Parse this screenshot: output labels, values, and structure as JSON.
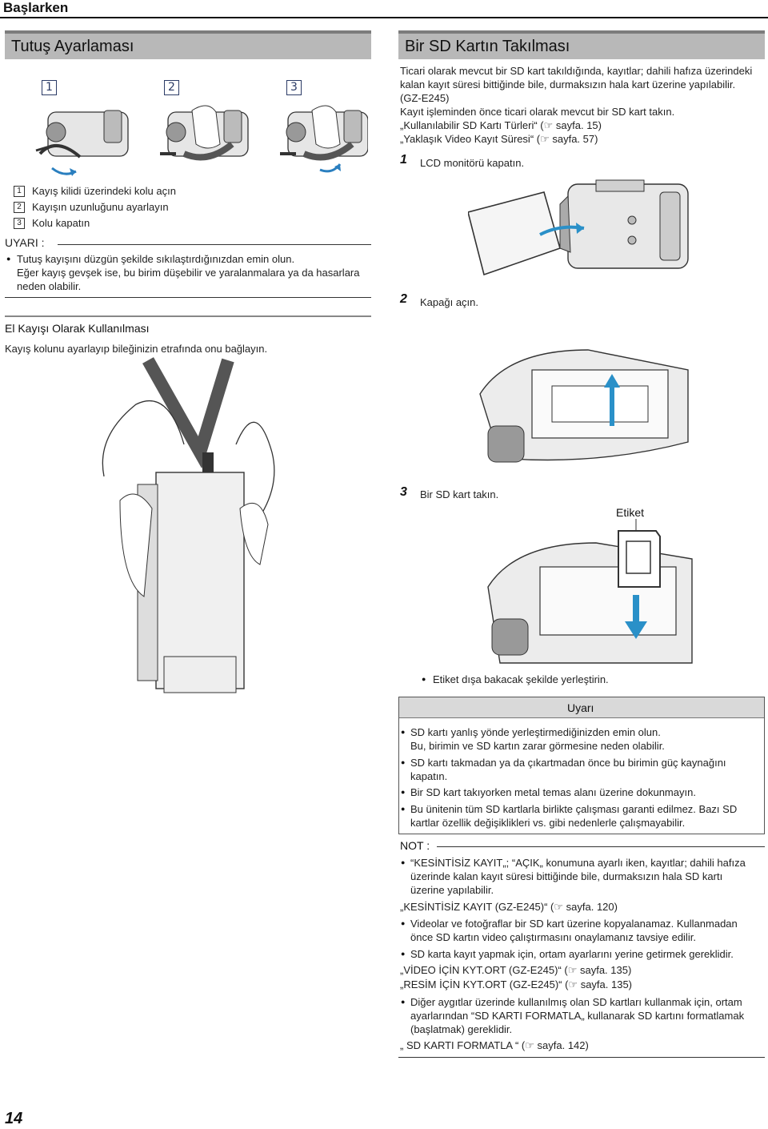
{
  "header": {
    "title": "Başlarken"
  },
  "left": {
    "section_title": "Tutuş Ayarlaması",
    "figure_labels": [
      "1",
      "2",
      "3"
    ],
    "steps": [
      {
        "n": "1",
        "text": "Kayış kilidi üzerindeki kolu açın"
      },
      {
        "n": "2",
        "text": "Kayışın uzunluğunu ayarlayın"
      },
      {
        "n": "3",
        "text": "Kolu kapatın"
      }
    ],
    "caution_label": "UYARI :",
    "caution_lines": [
      "Tutuş kayışını düzgün şekilde sıkılaştırdığınızdan emin olun.",
      "Eğer kayış gevşek ise, bu birim düşebilir ve yaralanmalara ya da hasarlara",
      "neden olabilir."
    ],
    "handstrap_title": "El Kayışı Olarak Kullanılması",
    "handstrap_text": "Kayış kolunu ayarlayıp bileğinizin etrafında onu bağlayın."
  },
  "right": {
    "section_title": "Bir SD Kartın Takılması",
    "intro_lines": [
      "Ticari olarak mevcut bir SD kart takıldığında, kayıtlar; dahili hafıza üzerindeki",
      "kalan kayıt süresi bittiğinde bile, durmaksızın hala kart üzerine yapılabilir.",
      "(GZ-E245)",
      "Kayıt işleminden önce ticari olarak mevcut bir SD kart takın.",
      "„Kullanılabilir SD Kartı Türleri“ (☞ sayfa. 15)",
      "„Yaklaşık Video Kayıt Süresi“ (☞ sayfa. 57)"
    ],
    "step1": {
      "n": "1",
      "text": "LCD monitörü kapatın."
    },
    "step2": {
      "n": "2",
      "text": "Kapağı açın."
    },
    "step3": {
      "n": "3",
      "text": "Bir SD kart takın."
    },
    "etiket_label": "Etiket",
    "etiket_note": "Etiket dışa bakacak şekilde yerleştirin.",
    "warning_title": "Uyarı",
    "warning_items": [
      [
        "SD kartı yanlış yönde yerleştirmediğinizden emin olun.",
        "Bu, birimin ve SD kartın zarar görmesine neden olabilir."
      ],
      [
        "SD kartı takmadan ya da çıkartmadan önce bu birimin güç kaynağını",
        "kapatın."
      ],
      [
        "Bir SD kart takıyorken metal temas alanı üzerine dokunmayın."
      ],
      [
        "Bu ünitenin tüm SD kartlarla birlikte çalışması garanti edilmez. Bazı SD",
        "kartlar özellik değişiklikleri vs. gibi nedenlerle çalışmayabilir."
      ]
    ],
    "note_label": "NOT :",
    "note_items": [
      {
        "lines": [
          "“KESİNTİSİZ KAYIT„; “AÇIK„ konumuna ayarlı iken, kayıtlar; dahili hafıza",
          "üzerinde kalan kayıt süresi bittiğinde bile, durmaksızın hala SD kartı",
          "üzerine yapılabilir."
        ],
        "links": [
          "„KESİNTİSİZ KAYIT (GZ-E245)“ (☞ sayfa. 120)"
        ]
      },
      {
        "lines": [
          "Videolar ve fotoğraflar bir SD kart üzerine kopyalanamaz. Kullanmadan",
          "önce SD kartın video çalıştırmasını onaylamanız tavsiye edilir."
        ],
        "links": []
      },
      {
        "lines": [
          "SD karta kayıt yapmak için, ortam ayarlarını yerine getirmek gereklidir."
        ],
        "links": [
          "„VİDEO İÇİN KYT.ORT (GZ-E245)“ (☞ sayfa. 135)",
          "„RESİM İÇİN KYT.ORT (GZ-E245)“ (☞ sayfa. 135)"
        ]
      },
      {
        "lines": [
          "Diğer aygıtlar üzerinde kullanılmış olan SD kartları kullanmak için, ortam",
          "ayarlarından “SD KARTI FORMATLA„ kullanarak SD kartını formatlamak",
          "(başlatmak) gereklidir."
        ],
        "links": [
          "„ SD KARTI FORMATLA “ (☞ sayfa. 142)"
        ]
      }
    ]
  },
  "page_number": "14"
}
